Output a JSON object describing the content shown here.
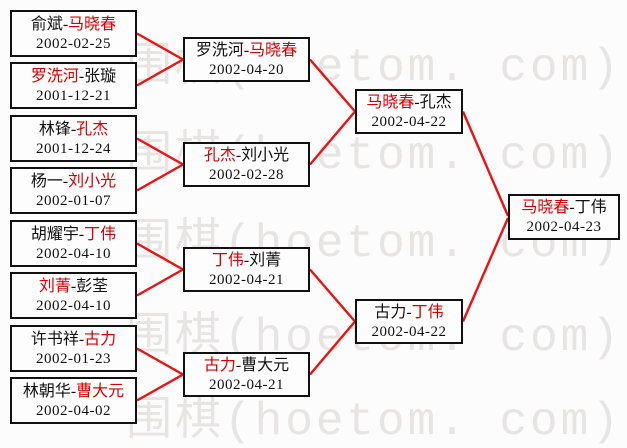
{
  "watermark": {
    "text": "围棋(hoetom. com)"
  },
  "ui": {
    "separator": "-"
  },
  "bracket": {
    "round1": [
      {
        "p1": "俞斌",
        "p2": "马晓春",
        "winner": 2,
        "date": "2002-02-25"
      },
      {
        "p1": "罗洗河",
        "p2": "张璇",
        "winner": 1,
        "date": "2001-12-21"
      },
      {
        "p1": "林锋",
        "p2": "孔杰",
        "winner": 2,
        "date": "2001-12-24"
      },
      {
        "p1": "杨一",
        "p2": "刘小光",
        "winner": 2,
        "date": "2002-01-07"
      },
      {
        "p1": "胡耀宇",
        "p2": "丁伟",
        "winner": 2,
        "date": "2002-04-10"
      },
      {
        "p1": "刘菁",
        "p2": "彭荃",
        "winner": 1,
        "date": "2002-04-10"
      },
      {
        "p1": "许书祥",
        "p2": "古力",
        "winner": 2,
        "date": "2002-01-23"
      },
      {
        "p1": "林朝华",
        "p2": "曹大元",
        "winner": 2,
        "date": "2002-04-02"
      }
    ],
    "round2": [
      {
        "p1": "罗洗河",
        "p2": "马晓春",
        "winner": 2,
        "date": "2002-04-20"
      },
      {
        "p1": "孔杰",
        "p2": "刘小光",
        "winner": 1,
        "date": "2002-02-28"
      },
      {
        "p1": "丁伟",
        "p2": "刘菁",
        "winner": 1,
        "date": "2002-04-21"
      },
      {
        "p1": "古力",
        "p2": "曹大元",
        "winner": 1,
        "date": "2002-04-21"
      }
    ],
    "round3": [
      {
        "p1": "马晓春",
        "p2": "孔杰",
        "winner": 1,
        "date": "2002-04-22"
      },
      {
        "p1": "古力",
        "p2": "丁伟",
        "winner": 2,
        "date": "2002-04-22"
      }
    ],
    "final": [
      {
        "p1": "马晓春",
        "p2": "丁伟",
        "winner": 1,
        "date": "2002-04-23"
      }
    ]
  },
  "colors": {
    "winner_text": "#d60000",
    "connector_line": "#ee1111",
    "box_border": "#111111",
    "watermark": "#e7e4e4"
  }
}
